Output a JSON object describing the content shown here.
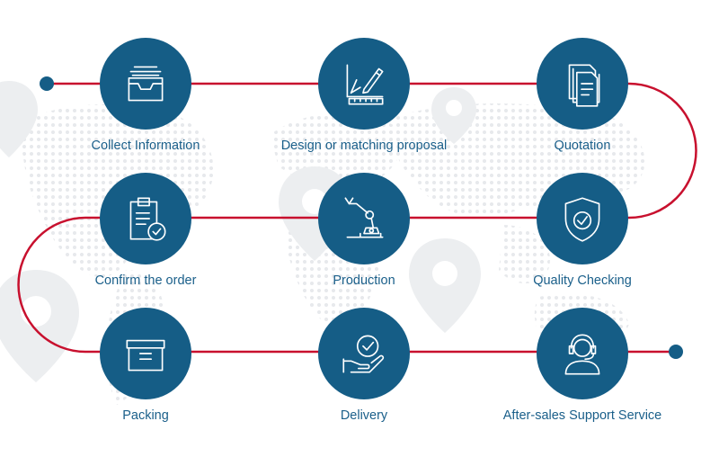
{
  "colors": {
    "circle": "#155d86",
    "line": "#c8102e",
    "label": "#1a5f8a",
    "map": "#e7e9ec"
  },
  "steps": [
    {
      "label": "Collect Information",
      "icon": "tray-icon"
    },
    {
      "label": "Design or matching proposal",
      "icon": "design-ruler-pen-icon"
    },
    {
      "label": "Quotation",
      "icon": "documents-icon"
    },
    {
      "label": "Quality Checking",
      "icon": "shield-check-icon"
    },
    {
      "label": "Production",
      "icon": "robot-arm-icon"
    },
    {
      "label": "Confirm the order",
      "icon": "clipboard-check-icon"
    },
    {
      "label": "Packing",
      "icon": "box-icon"
    },
    {
      "label": "Delivery",
      "icon": "hand-check-icon"
    },
    {
      "label": "After-sales Support Service",
      "icon": "headset-agent-icon"
    }
  ]
}
